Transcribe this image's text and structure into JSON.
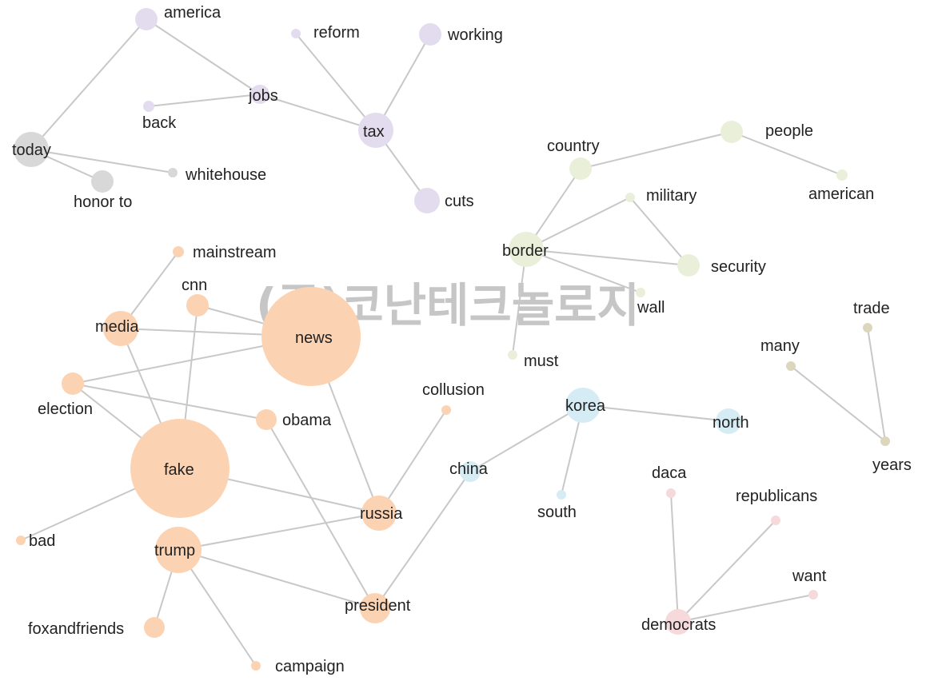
{
  "watermark": "(주)코난테크놀로지",
  "colors": {
    "gray": "#d8d8d8",
    "purple": "#e3dcee",
    "green": "#e9efd9",
    "orange": "#fcd3b2",
    "blue": "#d6ecf5",
    "tan": "#dcd6bd",
    "pink": "#f5d9db"
  },
  "nodes": [
    {
      "id": "america",
      "label": "america",
      "group": "purple"
    },
    {
      "id": "jobs",
      "label": "jobs",
      "group": "purple"
    },
    {
      "id": "back",
      "label": "back",
      "group": "purple"
    },
    {
      "id": "reform",
      "label": "reform",
      "group": "purple"
    },
    {
      "id": "working",
      "label": "working",
      "group": "purple"
    },
    {
      "id": "tax",
      "label": "tax",
      "group": "purple"
    },
    {
      "id": "cuts",
      "label": "cuts",
      "group": "purple"
    },
    {
      "id": "today",
      "label": "today",
      "group": "gray"
    },
    {
      "id": "honorto",
      "label": "honor to",
      "group": "gray"
    },
    {
      "id": "whitehouse",
      "label": "whitehouse",
      "group": "gray"
    },
    {
      "id": "country",
      "label": "country",
      "group": "green"
    },
    {
      "id": "people",
      "label": "people",
      "group": "green"
    },
    {
      "id": "american",
      "label": "american",
      "group": "green"
    },
    {
      "id": "military",
      "label": "military",
      "group": "green"
    },
    {
      "id": "border",
      "label": "border",
      "group": "green"
    },
    {
      "id": "security",
      "label": "security",
      "group": "green"
    },
    {
      "id": "wall",
      "label": "wall",
      "group": "green"
    },
    {
      "id": "must",
      "label": "must",
      "group": "green"
    },
    {
      "id": "mainstream",
      "label": "mainstream",
      "group": "orange"
    },
    {
      "id": "cnn",
      "label": "cnn",
      "group": "orange"
    },
    {
      "id": "media",
      "label": "media",
      "group": "orange"
    },
    {
      "id": "news",
      "label": "news",
      "group": "orange"
    },
    {
      "id": "election",
      "label": "election",
      "group": "orange"
    },
    {
      "id": "obama",
      "label": "obama",
      "group": "orange"
    },
    {
      "id": "fake",
      "label": "fake",
      "group": "orange"
    },
    {
      "id": "collusion",
      "label": "collusion",
      "group": "orange"
    },
    {
      "id": "russia",
      "label": "russia",
      "group": "orange"
    },
    {
      "id": "bad",
      "label": "bad",
      "group": "orange"
    },
    {
      "id": "trump",
      "label": "trump",
      "group": "orange"
    },
    {
      "id": "president",
      "label": "president",
      "group": "orange"
    },
    {
      "id": "foxandfriends",
      "label": "foxandfriends",
      "group": "orange"
    },
    {
      "id": "campaign",
      "label": "campaign",
      "group": "orange"
    },
    {
      "id": "korea",
      "label": "korea",
      "group": "blue"
    },
    {
      "id": "north",
      "label": "north",
      "group": "blue"
    },
    {
      "id": "china",
      "label": "china",
      "group": "blue"
    },
    {
      "id": "south",
      "label": "south",
      "group": "blue"
    },
    {
      "id": "trade",
      "label": "trade",
      "group": "tan"
    },
    {
      "id": "many",
      "label": "many",
      "group": "tan"
    },
    {
      "id": "years",
      "label": "years",
      "group": "tan"
    },
    {
      "id": "daca",
      "label": "daca",
      "group": "pink"
    },
    {
      "id": "republicans",
      "label": "republicans",
      "group": "pink"
    },
    {
      "id": "want",
      "label": "want",
      "group": "pink"
    },
    {
      "id": "democrats",
      "label": "democrats",
      "group": "pink"
    }
  ],
  "edges": [
    [
      "america",
      "jobs"
    ],
    [
      "america",
      "today"
    ],
    [
      "jobs",
      "back"
    ],
    [
      "jobs",
      "tax"
    ],
    [
      "reform",
      "tax"
    ],
    [
      "working",
      "tax"
    ],
    [
      "tax",
      "cuts"
    ],
    [
      "today",
      "honorto"
    ],
    [
      "today",
      "whitehouse"
    ],
    [
      "country",
      "people"
    ],
    [
      "people",
      "american"
    ],
    [
      "country",
      "border"
    ],
    [
      "border",
      "military"
    ],
    [
      "military",
      "security"
    ],
    [
      "border",
      "security"
    ],
    [
      "border",
      "wall"
    ],
    [
      "border",
      "must"
    ],
    [
      "mainstream",
      "media"
    ],
    [
      "media",
      "news"
    ],
    [
      "media",
      "fake"
    ],
    [
      "cnn",
      "news"
    ],
    [
      "cnn",
      "fake"
    ],
    [
      "news",
      "election"
    ],
    [
      "news",
      "russia"
    ],
    [
      "election",
      "obama"
    ],
    [
      "election",
      "fake"
    ],
    [
      "obama",
      "president"
    ],
    [
      "fake",
      "russia"
    ],
    [
      "fake",
      "bad"
    ],
    [
      "collusion",
      "russia"
    ],
    [
      "trump",
      "russia"
    ],
    [
      "trump",
      "president"
    ],
    [
      "trump",
      "foxandfriends"
    ],
    [
      "trump",
      "campaign"
    ],
    [
      "president",
      "china"
    ],
    [
      "china",
      "korea"
    ],
    [
      "korea",
      "north"
    ],
    [
      "korea",
      "south"
    ],
    [
      "many",
      "years"
    ],
    [
      "trade",
      "years"
    ],
    [
      "daca",
      "democrats"
    ],
    [
      "republicans",
      "democrats"
    ],
    [
      "want",
      "democrats"
    ]
  ]
}
